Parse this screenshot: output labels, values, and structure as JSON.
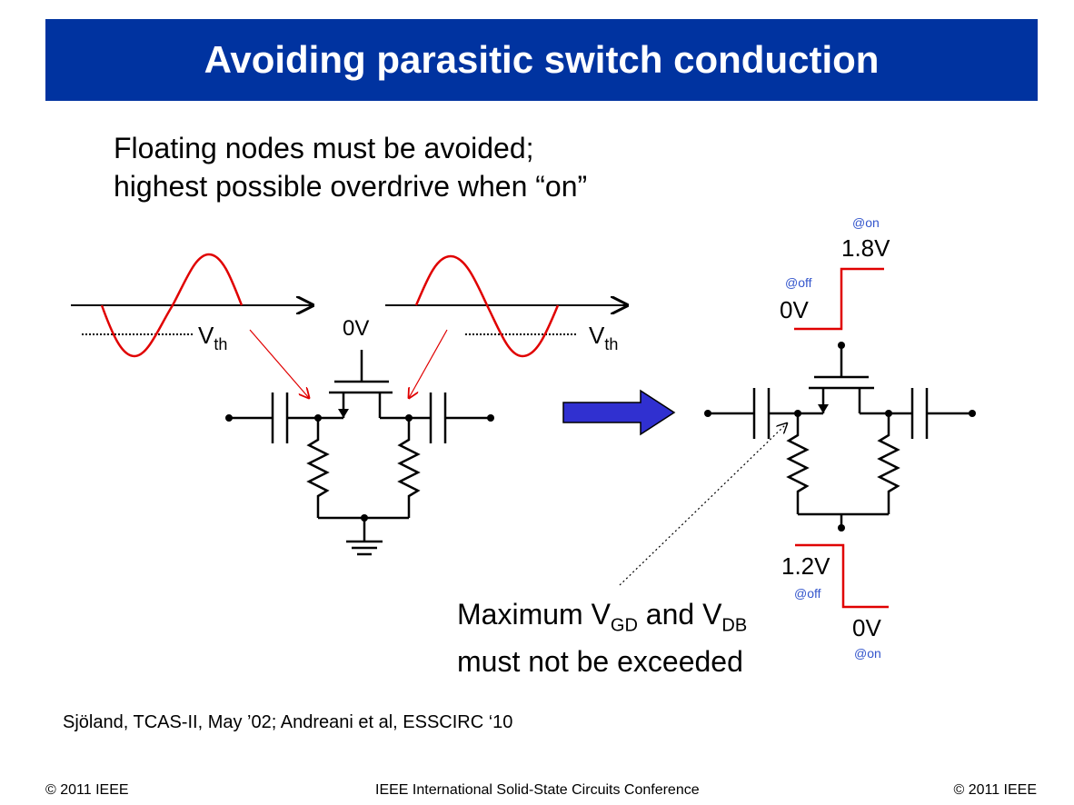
{
  "slide": {
    "title": "Avoiding parasitic switch conduction",
    "subtitle_lines": [
      "Floating nodes must be avoided;",
      "highest possible overdrive when “on”"
    ],
    "reference": "Sjöland, TCAS-II, May ’02;  Andreani et al, ESSCIRC ‘10"
  },
  "left_circuit": {
    "gate_label": "0V",
    "vth_main": "V",
    "vth_sub": "th"
  },
  "right_circuit": {
    "gate_on_tag": "@on",
    "gate_high": "1.8V",
    "gate_off_tag": "@off",
    "gate_low": "0V",
    "bias_high": "1.2V",
    "bias_off_tag": "@off",
    "bias_low": "0V",
    "bias_on_tag": "@on"
  },
  "note": {
    "prefix": "Maximum V",
    "sub1": "GD",
    "mid": " and V",
    "sub2": "DB",
    "line2": "must not be exceeded"
  },
  "footer": {
    "left": "© 2011 IEEE",
    "center": "IEEE International Solid-State Circuits Conference",
    "right": "© 2011 IEEE"
  },
  "colors": {
    "title_bar": "#0033a0",
    "waveform": "#e00000",
    "arrow_fill": "#3030d0",
    "tag_blue": "#3355cc"
  }
}
